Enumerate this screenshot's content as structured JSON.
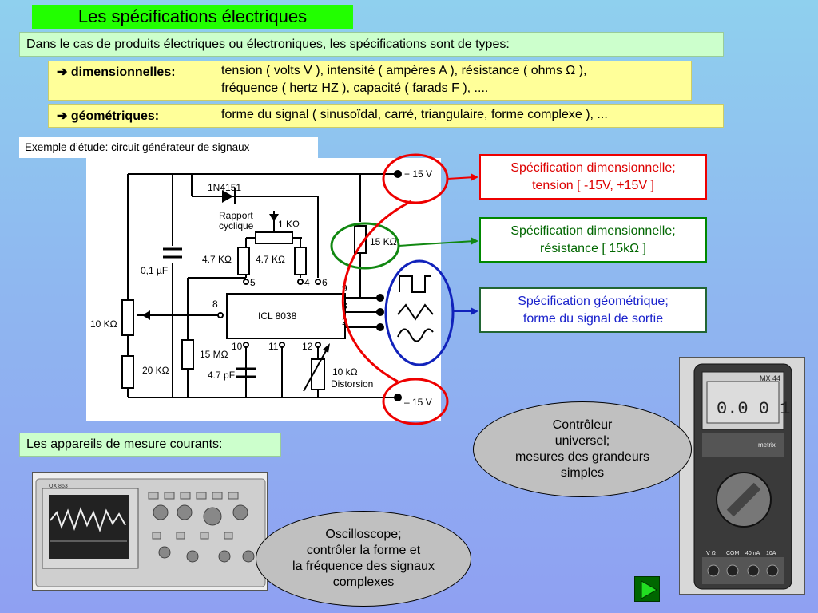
{
  "title": "Les spécifications électriques",
  "intro": "Dans le cas de produits électriques ou électroniques, les spécifications sont de types:",
  "specs": [
    {
      "arrow": "➔",
      "label": "dimensionnelles:",
      "line1": "tension ( volts V ), intensité ( ampères A ), résistance ( ohms Ω ),",
      "line2": "fréquence ( hertz HZ ), capacité ( farads F ), ...."
    },
    {
      "arrow": "➔",
      "label": "géométriques:",
      "line1": "forme du signal ( sinusoïdal, carré, triangulaire, forme complexe ), ..."
    }
  ],
  "example_label": "Exemple d’étude: circuit générateur de signaux",
  "circuit": {
    "diode": "1N4151",
    "rapport1": "Rapport",
    "rapport2": "cyclique",
    "r1k": "1 KΩ",
    "r47a": "4.7 KΩ",
    "r47b": "4.7 KΩ",
    "cap01": "0,1 µF",
    "r10k": "10 KΩ",
    "r20k": "20 KΩ",
    "r15m": "15 MΩ",
    "cap47": "4.7 pF",
    "r15k": "15 KΩ",
    "r10k_dist": "10 kΩ",
    "distorsion": "Distorsion",
    "chip": "ICL 8038",
    "plus15": "+ 15 V",
    "minus15": "– 15 V",
    "pins": {
      "p5": "5",
      "p4": "4",
      "p6": "6",
      "p8": "8",
      "p9": "9",
      "p3": "3",
      "p2": "2",
      "p10": "10",
      "p11": "11",
      "p12": "12"
    }
  },
  "spec_boxes": [
    {
      "line1": "Spécification dimensionnelle;",
      "line2": "tension [ -15V, +15V ]",
      "color": "#dd0000"
    },
    {
      "line1": "Spécification dimensionnelle;",
      "line2": "résistance [ 15kΩ ]",
      "color": "#006600"
    },
    {
      "line1": "Spécification géométrique;",
      "line2": "forme du signal de sortie",
      "color": "#1a22cc"
    }
  ],
  "devices_label": "Les appareils de mesure courants:",
  "multimeter_callout": [
    "Contrôleur",
    "universel;",
    "mesures des grandeurs",
    "simples"
  ],
  "oscilloscope_callout": [
    "Oscilloscope;",
    "contrôler la forme et",
    "la fréquence des signaux",
    "complexes"
  ],
  "multimeter_photo": {
    "model": "MX 44",
    "display": "0.0 0 1",
    "brand": "metrix",
    "bottom_labels": [
      "V Ω",
      "COM",
      "40mA",
      "10A"
    ]
  },
  "oscilloscope_photo": {
    "model": "OX 863"
  }
}
